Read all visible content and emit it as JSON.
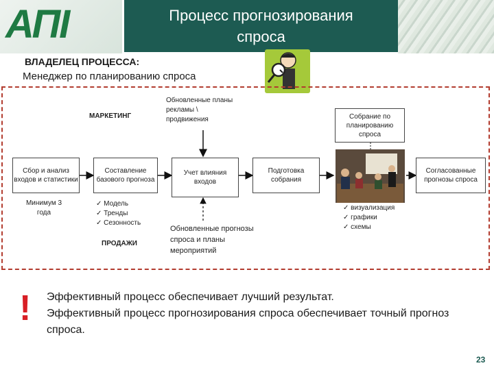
{
  "header": {
    "logo": "АПI",
    "title": "Процесс прогнозирования\nспроса"
  },
  "owner": {
    "label": "ВЛАДЕЛЕЦ ПРОЦЕССА:",
    "name": "Менеджер по планированию спроса"
  },
  "diagram": {
    "marketing": "МАРКЕТИНГ",
    "sales": "ПРОДАЖИ",
    "top_note": "Обновленные планы рекламы \\ продвижения",
    "bottom_note": "Обновленные прогнозы спроса и планы мероприятий",
    "box_collect": "Сбор и анализ входов и статистики",
    "min_note": "Минимум 3 года",
    "box_base": "Составление базового прогноза",
    "base_checks": [
      "Модель",
      "Тренды",
      "Сезонность"
    ],
    "box_influence": "Учет влияния входов",
    "box_prep": "Подготовка собрания",
    "box_meeting": "Собрание по планированию спроса",
    "meeting_checks": [
      "визуализация",
      "графики",
      "схемы"
    ],
    "box_agreed": "Согласованные прогнозы спроса"
  },
  "bottom": {
    "mark": "!",
    "line1": "Эффективный процесс обеспечивает лучший результат.",
    "line2": "Эффективный процесс прогнозирования спроса обеспечивает точный прогноз спроса."
  },
  "page_number": "23",
  "colors": {
    "brand_green": "#1f7a43",
    "title_bg": "#1d5b52",
    "frame_border": "#b23b2e",
    "alert_red": "#d81f26",
    "figure_bg": "#a5c93a"
  }
}
